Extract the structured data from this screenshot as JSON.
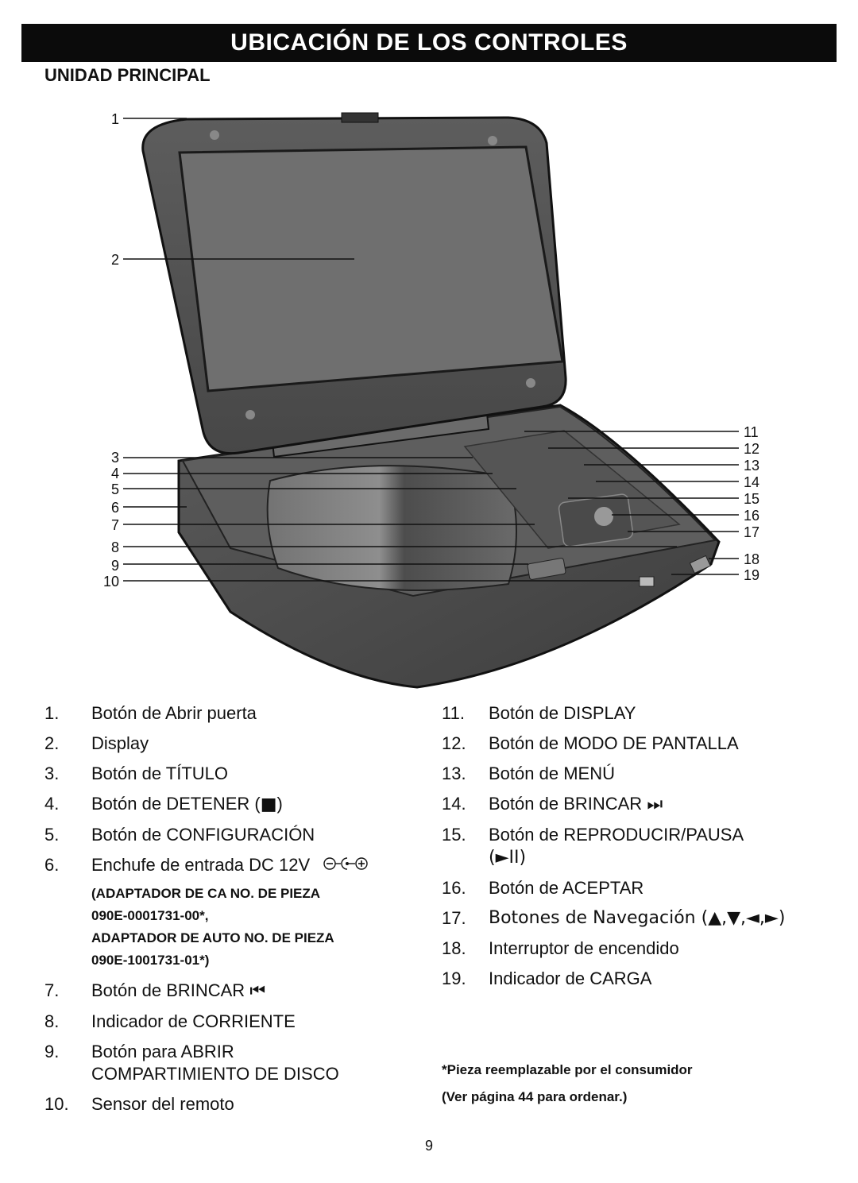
{
  "header": {
    "title": "UBICACIÓN DE LOS CONTROLES",
    "subtitle": "UNIDAD PRINCIPAL"
  },
  "callouts": [
    "1",
    "2",
    "3",
    "4",
    "5",
    "6",
    "7",
    "8",
    "9",
    "10",
    "11",
    "12",
    "13",
    "14",
    "15",
    "16",
    "17",
    "18",
    "19"
  ],
  "items_left": [
    {
      "num": "1.",
      "text": "Botón de Abrir puerta"
    },
    {
      "num": "2.",
      "text": "Display"
    },
    {
      "num": "3.",
      "text": "Botón de TÍTULO"
    },
    {
      "num": "4.",
      "text": "Botón de DETENER (",
      "icon": "■",
      "suffix": ")",
      "icon_name": "stop-icon"
    },
    {
      "num": "5.",
      "text": "Botón de CONFIGURACIÓN"
    },
    {
      "num": "6.",
      "text": "Enchufe de entrada DC 12V",
      "icon_name": "dc-polarity-icon"
    },
    {
      "num": "7.",
      "text": "Botón de BRINCAR ",
      "icon": "⏮",
      "icon_name": "skip-back-icon"
    },
    {
      "num": "8.",
      "text": "Indicador de CORRIENTE"
    },
    {
      "num": "9.",
      "text": "Botón para ABRIR",
      "line2": "COMPARTIMIENTO DE DISCO"
    },
    {
      "num": "10.",
      "text": "Sensor del remoto"
    }
  ],
  "adapter_note": {
    "line1": "(ADAPTADOR DE CA NO. DE PIEZA",
    "line2": "090E-0001731-00*,",
    "line3": "ADAPTADOR DE AUTO NO. DE PIEZA",
    "line4": "090E-1001731-01*)"
  },
  "items_right": [
    {
      "num": "11.",
      "text": "Botón de DISPLAY"
    },
    {
      "num": "12.",
      "text": "Botón de MODO DE PANTALLA"
    },
    {
      "num": "13.",
      "text": "Botón de MENÚ"
    },
    {
      "num": "14.",
      "text": "Botón de BRINCAR ",
      "icon": "⏭",
      "icon_name": "skip-forward-icon"
    },
    {
      "num": "15.",
      "text": "Botón de REPRODUCIR/PAUSA",
      "line2": "(►II)"
    },
    {
      "num": "16.",
      "text": "Botón de ACEPTAR"
    },
    {
      "num": "17.",
      "text": "Botones de Navegación (▲,▼,◄,►)"
    },
    {
      "num": "18.",
      "text": "Interruptor de encendido"
    },
    {
      "num": "19.",
      "text": "Indicador de CARGA"
    }
  ],
  "footnote": {
    "line1": "*Pieza reemplazable por el consumidor",
    "line2": "(Ver página 44 para ordenar.)"
  },
  "page_number": "9"
}
